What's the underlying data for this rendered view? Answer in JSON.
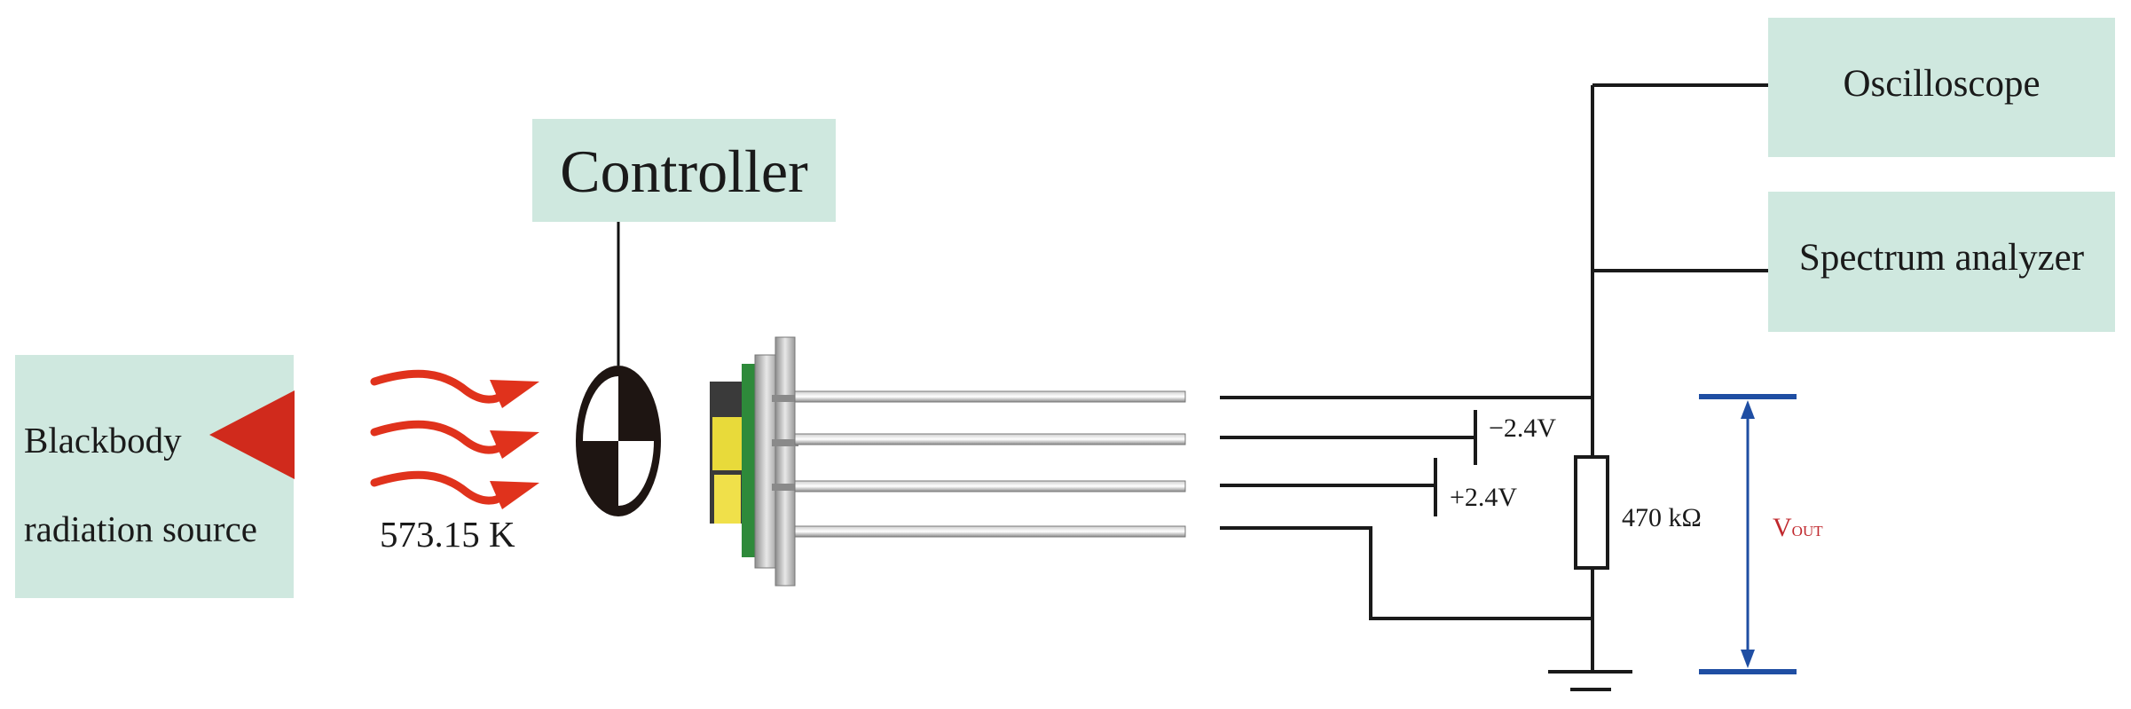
{
  "source": {
    "line1": "Blackbody",
    "line2": "radiation source"
  },
  "temperature": "573.15 K",
  "controller": "Controller",
  "oscilloscope": "Oscilloscope",
  "spectrum_analyzer": "Spectrum analyzer",
  "bias_negative": "−2.4V",
  "bias_positive": "+2.4V",
  "resistor": "470 kΩ",
  "vout": {
    "main": "V",
    "sub": "OUT"
  },
  "colors": {
    "box": "#cfe8df",
    "arrow": "#e0321c",
    "vout_arrow": "#1f4ea3",
    "vout_text": "#c0282d"
  }
}
